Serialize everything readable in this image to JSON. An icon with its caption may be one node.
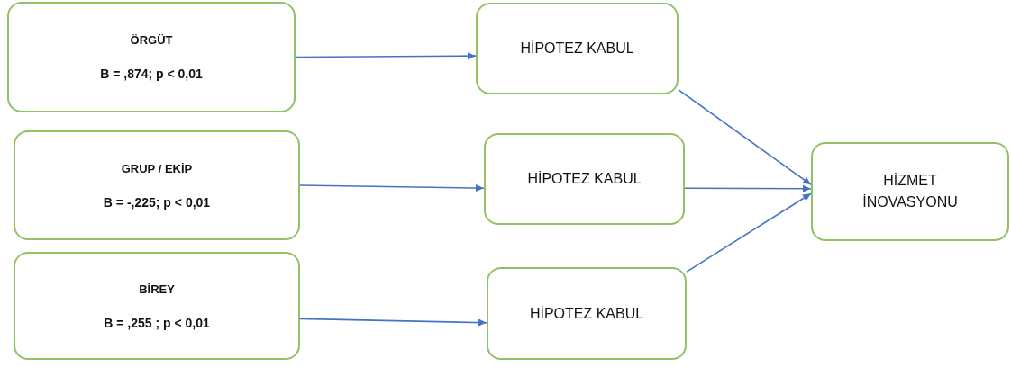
{
  "diagram": {
    "nodes": [
      {
        "text": [
          "ÖRGÜT",
          "B = ,874; p < 0,01"
        ]
      },
      {
        "text": [
          "GRUP / EKİP",
          "B = -,225; p < 0,01"
        ]
      },
      {
        "text": [
          "BİREY",
          "B = ,255 ; p < 0,01"
        ]
      },
      {
        "text": [
          "HİPOTEZ KABUL"
        ]
      },
      {
        "text": [
          "HİPOTEZ KABUL"
        ]
      },
      {
        "text": [
          "HİPOTEZ KABUL"
        ]
      },
      {
        "text": [
          "HİZMET İNOVASYONU"
        ]
      }
    ],
    "edges": [
      {
        "from": 0,
        "to": 3,
        "arrow": "to"
      },
      {
        "from": 1,
        "to": 4,
        "arrow": "to"
      },
      {
        "from": 2,
        "to": 5,
        "arrow": "to"
      },
      {
        "from": 3,
        "to": 6,
        "arrow": "to"
      },
      {
        "from": 4,
        "to": 6,
        "arrow": "to"
      },
      {
        "from": 5,
        "to": 6,
        "arrow": "to"
      }
    ]
  }
}
